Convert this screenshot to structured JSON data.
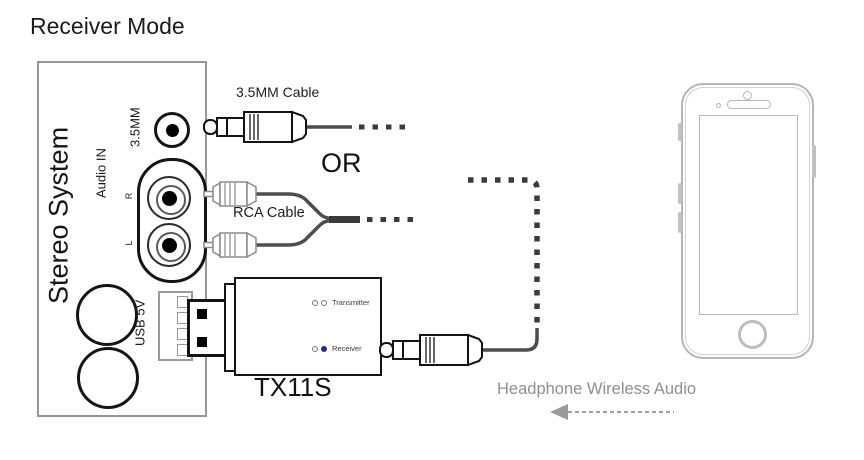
{
  "title": "Receiver Mode",
  "stereo_system": {
    "label": "Stereo System",
    "audio_in_label": "Audio IN",
    "jack_3_5_label": "3.5MM",
    "rca_right_label": "R",
    "rca_left_label": "L",
    "usb_label": "USB 5V"
  },
  "cables": {
    "cable_3_5_label": "3.5MM Cable",
    "or_label": "OR",
    "rca_cable_label": "RCA Cable"
  },
  "device": {
    "model": "TX11S",
    "transmitter_label": "Transmitter",
    "receiver_label": "Receiver",
    "active_mode": "Receiver",
    "receiver_led_color": "#28288f"
  },
  "wireless": {
    "label": "Headphone Wireless Audio"
  },
  "colors": {
    "outline_dark": "#141414",
    "outline_gray": "#969696",
    "cable_dark": "#4d4d4d",
    "dash_dark": "#3b3b3b",
    "phone_gray": "#b5b5b5",
    "wireless_text_gray": "#8f8f8f"
  }
}
